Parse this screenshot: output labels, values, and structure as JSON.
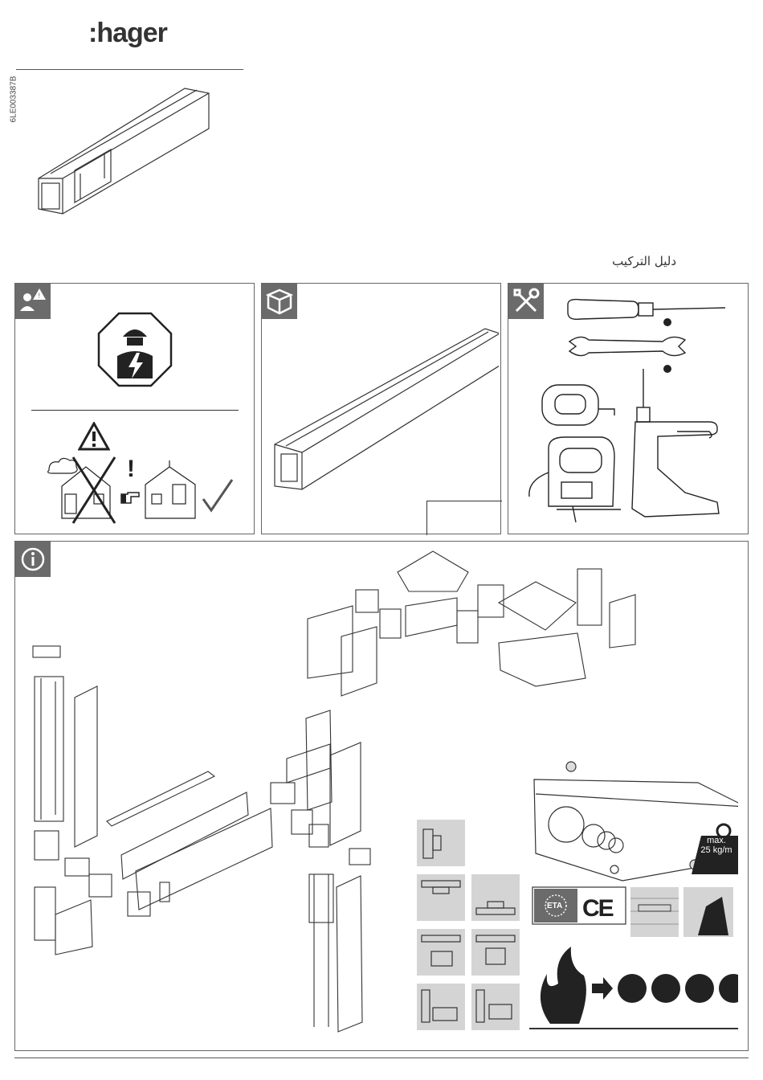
{
  "header": {
    "brand": ":hager",
    "doc_id": "6LE003387B",
    "title_ar": "دليل التركيب"
  },
  "panels": {
    "safety": {
      "icon": "electrician-warning-icon"
    },
    "package": {
      "icon": "box-icon"
    },
    "tools": {
      "icon": "tools-icon"
    },
    "info": {
      "icon": "info-icon"
    }
  },
  "labels": {
    "load_line1": "max.",
    "load_line2": "25 kg/m",
    "eta": "ETA",
    "ce": "CE",
    "exclaim": "!"
  },
  "colors": {
    "badge": "#6b6b6b",
    "line": "#333333",
    "grey_tile": "#d4d4d4"
  }
}
